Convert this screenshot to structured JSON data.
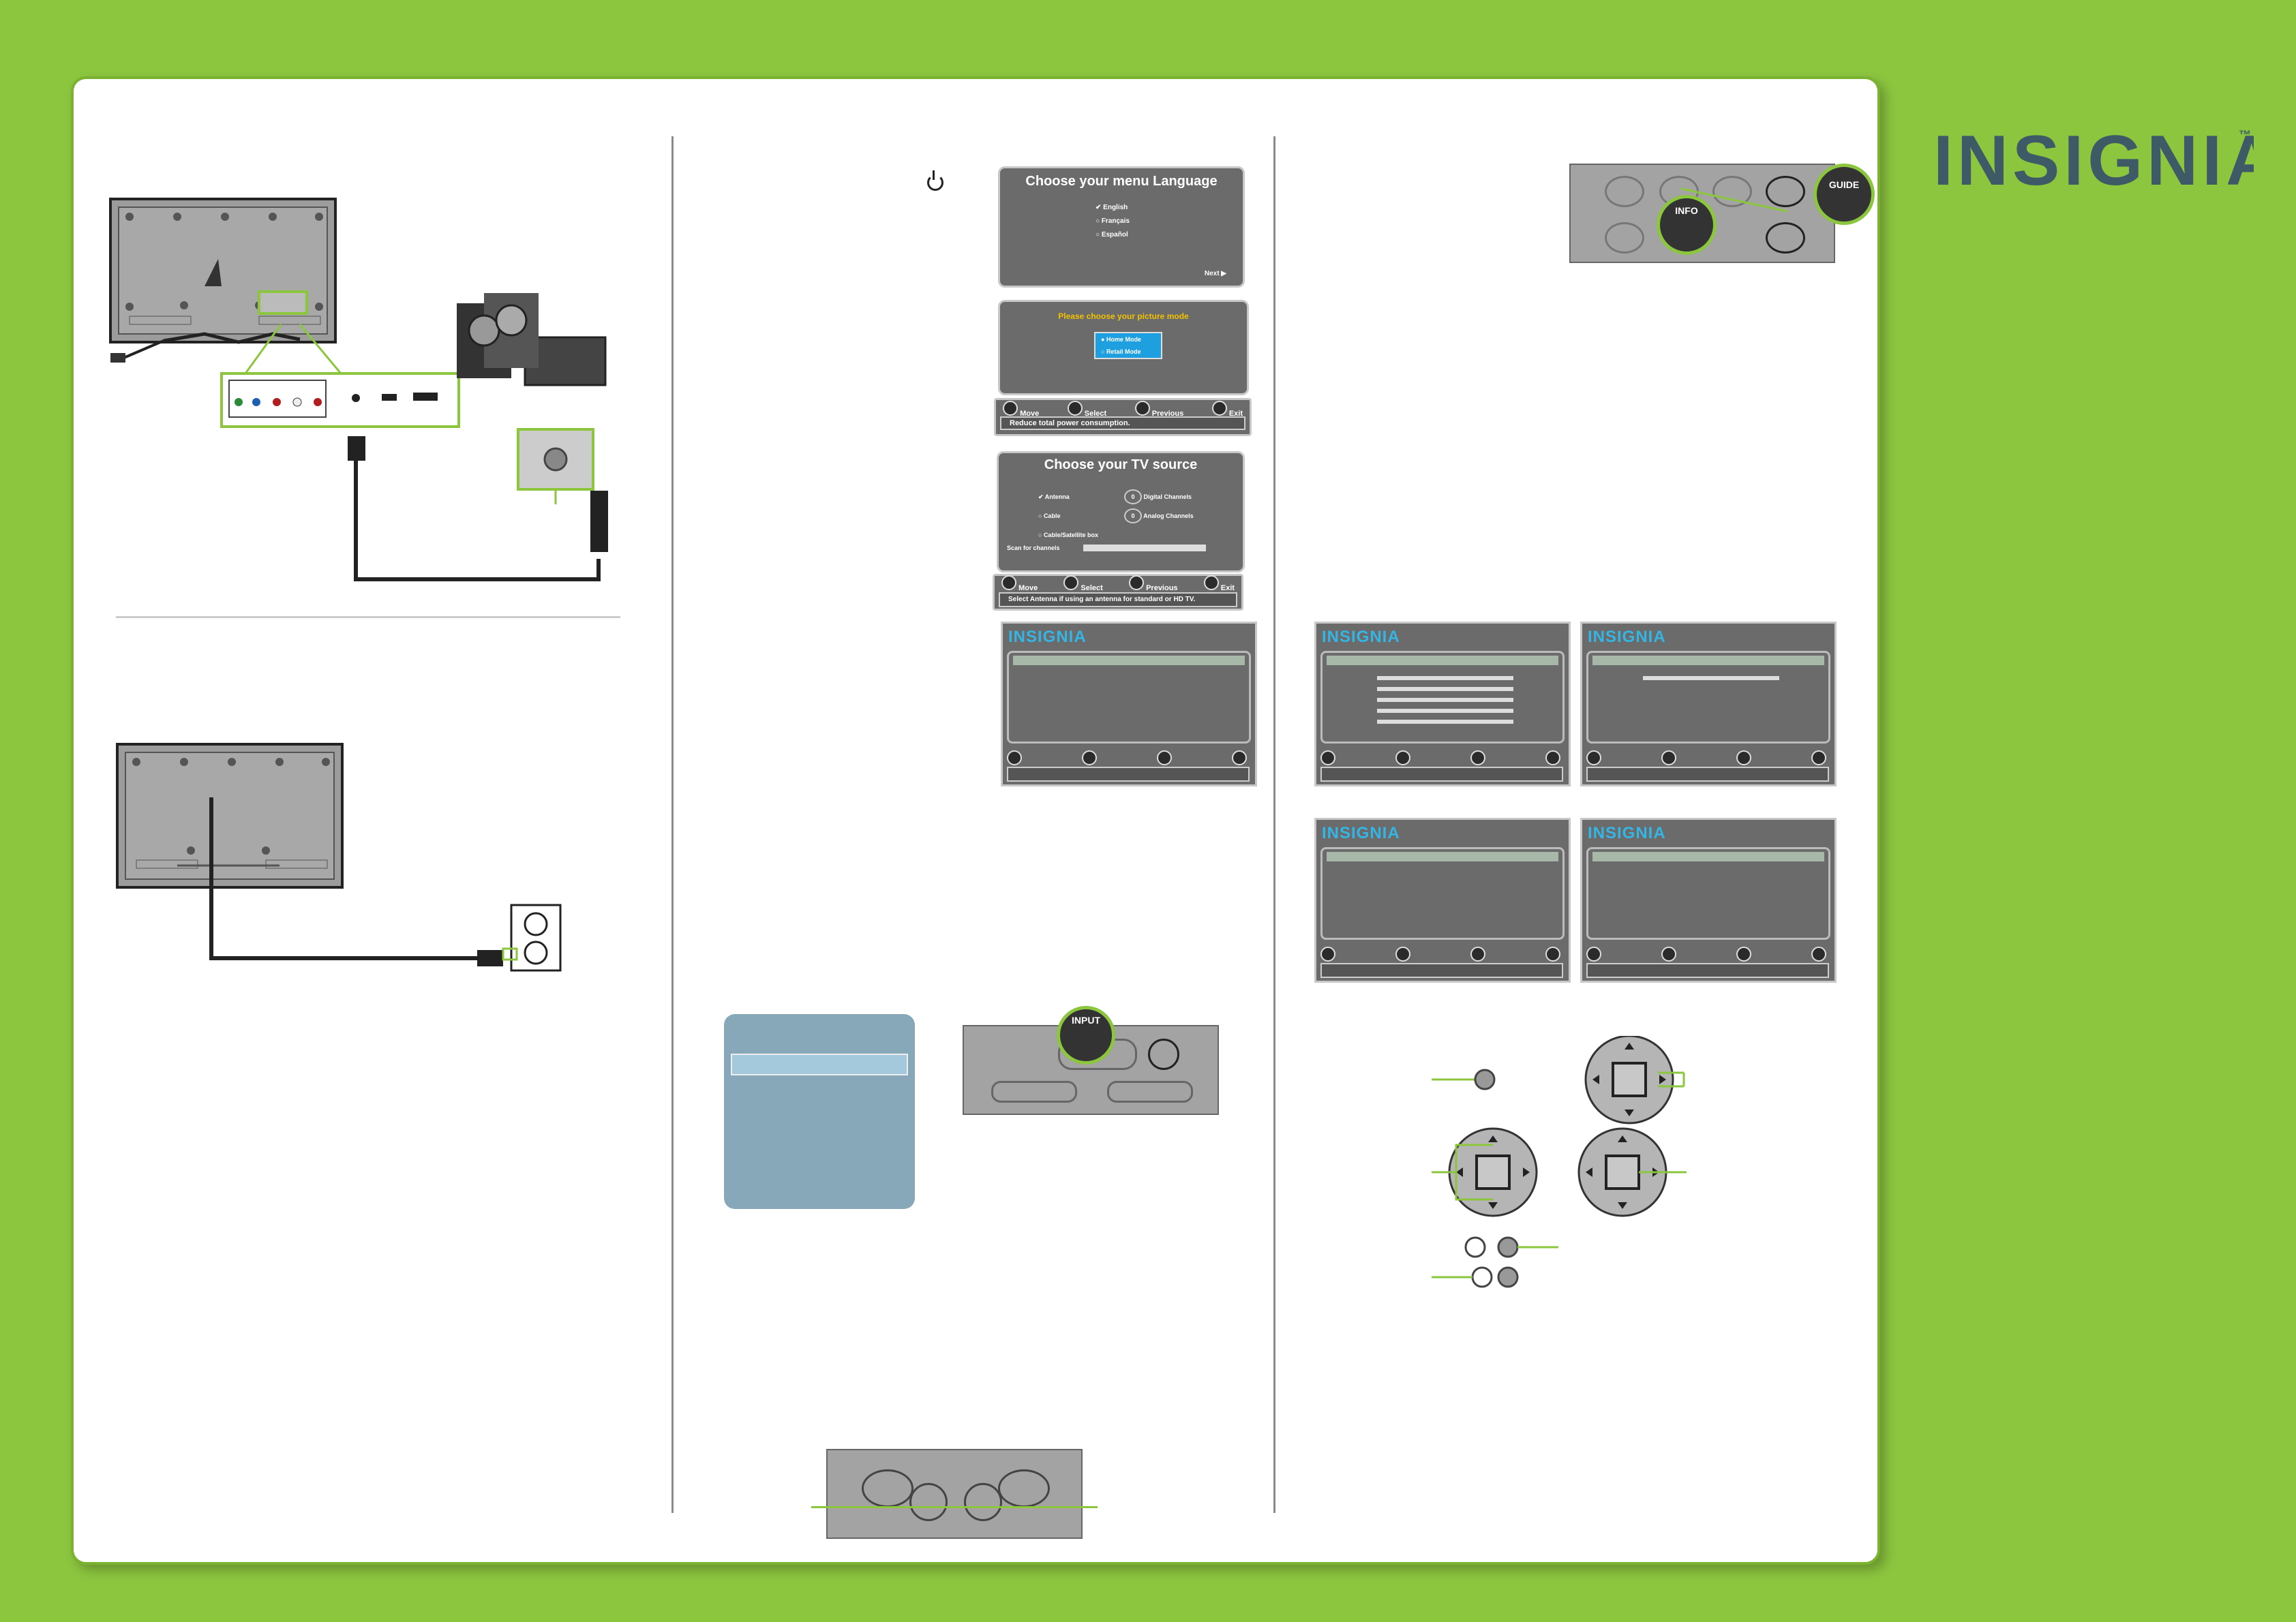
{
  "brand": {
    "name": "INSIGNIA",
    "tm": "™"
  },
  "screens": {
    "language": {
      "title": "Choose your menu Language",
      "options": [
        "English",
        "Français",
        "Español"
      ],
      "next": "Next"
    },
    "picture": {
      "title": "Please choose your picture mode",
      "options": [
        "Home Mode",
        "Retail Mode"
      ],
      "hints": [
        "Move",
        "Select",
        "Previous",
        "Exit"
      ],
      "message": "Reduce total power consumption."
    },
    "source": {
      "title": "Choose your TV source",
      "options": [
        "Antenna",
        "Cable",
        "Cable/Satellite box"
      ],
      "counts": [
        "Digital Channels",
        "Analog Channels"
      ],
      "count_values": [
        "0",
        "0"
      ],
      "scan": "Scan for channels",
      "hints": [
        "Move",
        "Select",
        "Previous",
        "Exit"
      ],
      "message": "Select Antenna if using an antenna for standard or HD TV."
    }
  },
  "remote": {
    "info": "INFO",
    "guide": "GUIDE",
    "input": "INPUT"
  },
  "colors": {
    "bg": "#8cc63f",
    "accent": "#7bb22f",
    "osd": "#6b6b6b",
    "logo": "#3e5a67",
    "cyan": "#33b6e6"
  }
}
